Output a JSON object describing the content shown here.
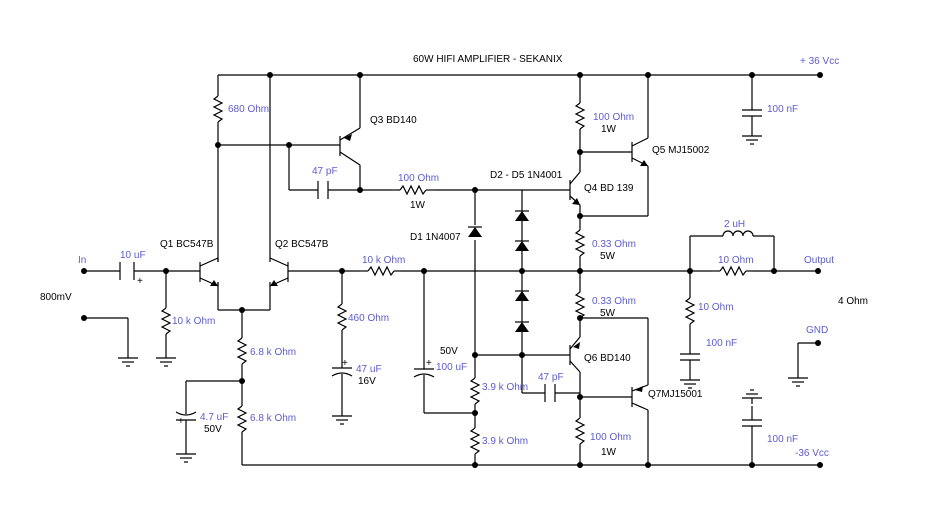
{
  "title": "60W HIFI AMPLIFIER - SEKANIX",
  "colors": {
    "wire": "#000000",
    "value_text": "#5b5bd6",
    "label_text": "#000000",
    "background": "#ffffff"
  },
  "rails": {
    "positive": "+ 36 Vcc",
    "negative": "-36 Vcc"
  },
  "io": {
    "input": "In",
    "input_level": "800mV",
    "output": "Output",
    "load": "4 Ohm",
    "ground": "GND"
  },
  "transistors": {
    "q1": "Q1 BC547B",
    "q2": "Q2 BC547B",
    "q3": "Q3 BD140",
    "q4": "Q4 BD 139",
    "q5": "Q5 MJ15002",
    "q6": "Q6 BD140",
    "q7": "Q7MJ15001"
  },
  "diodes": {
    "d1": "D1 1N4007",
    "d2_d5": "D2 - D5 1N4001"
  },
  "components": {
    "c_in": "10 uF",
    "r_680": "680 Ohm",
    "c_47pf_top": "47 pF",
    "r_100_fb": "100  Ohm",
    "r_100_fb_power": "1W",
    "r_10k_in": "10 k Ohm",
    "r_10k_series": "10 k Ohm",
    "r_460": "460  Ohm",
    "c_47uf": "47 uF",
    "c_47uf_v": "16V",
    "r_68k_a": "6.8 k Ohm",
    "r_68k_b": "6.8 k Ohm",
    "c_47uf_small": "4.7 uF",
    "c_47uf_small_v": "50V",
    "c_100uf_v": "50V",
    "c_100uf": "100 uF",
    "r_39k_a": "3.9 k Ohm",
    "r_39k_b": "3.9 k Ohm",
    "c_47pf_bot": "47 pF",
    "r_100_top": "100  Ohm",
    "r_100_top_power": "1W",
    "r_033_top": "0.33  Ohm",
    "r_033_top_power": "5W",
    "r_033_bot": "0.33  Ohm",
    "r_033_bot_power": "5W",
    "r_100_bot": "100  Ohm",
    "r_100_bot_power": "1W",
    "c_100nf_top": "100 nF",
    "c_100nf_bot": "100 nF",
    "l_out": "2 uH",
    "r_10_out": "10  Ohm",
    "r_10_zobel": "10  Ohm",
    "c_100nf_zobel": "100 nF"
  }
}
